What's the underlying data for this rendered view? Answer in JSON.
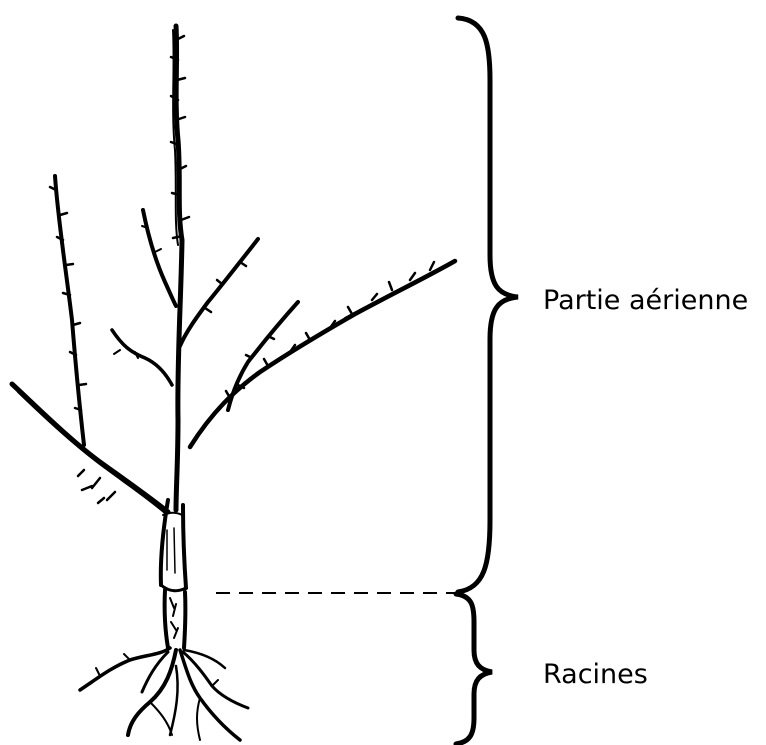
{
  "labels": {
    "aerial_part": "Partie aérienne",
    "roots": "Racines"
  },
  "illustration": {
    "subject": "tree-sapling-drawing",
    "ink_color": "#000000",
    "background_color": "#ffffff"
  }
}
